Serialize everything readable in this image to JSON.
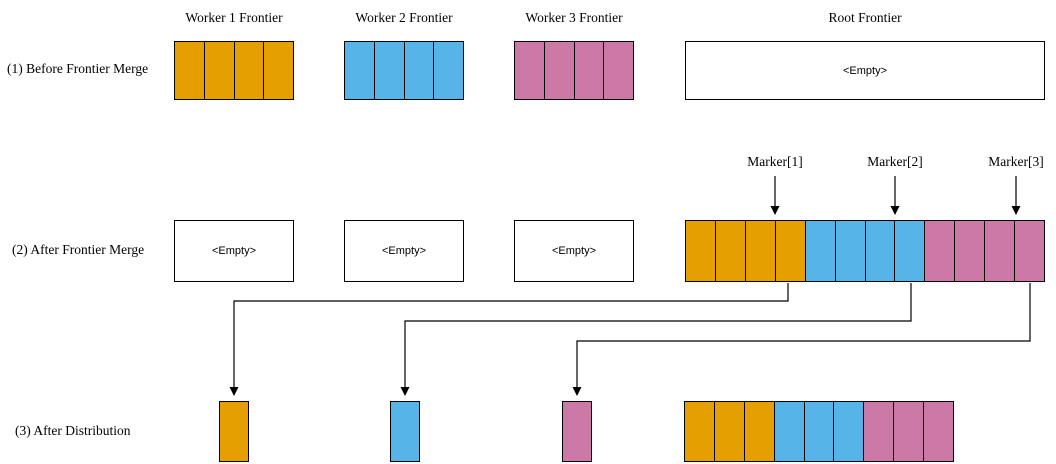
{
  "rows": {
    "row1_label": "(1) Before Frontier Merge",
    "row2_label": "(2) After Frontier Merge",
    "row3_label": "(3) After Distribution"
  },
  "titles": {
    "worker1": "Worker 1 Frontier",
    "worker2": "Worker 2 Frontier",
    "worker3": "Worker 3 Frontier",
    "root": "Root Frontier"
  },
  "empty_label": "<Empty>",
  "markers": [
    "Marker[1]",
    "Marker[2]",
    "Marker[3]"
  ],
  "colors": {
    "orange": "#E69F00",
    "blue": "#56B4E9",
    "pink": "#CC79A7",
    "border": "#000000",
    "arrow": "#000000"
  },
  "cells": {
    "row1_worker1": [
      "orange",
      "orange",
      "orange",
      "orange"
    ],
    "row1_worker2": [
      "blue",
      "blue",
      "blue",
      "blue"
    ],
    "row1_worker3": [
      "pink",
      "pink",
      "pink",
      "pink"
    ],
    "row2_merged": [
      "orange",
      "orange",
      "orange",
      "orange",
      "blue",
      "blue",
      "blue",
      "blue",
      "pink",
      "pink",
      "pink",
      "pink"
    ],
    "row3_worker1": [
      "orange"
    ],
    "row3_worker2": [
      "blue"
    ],
    "row3_worker3": [
      "pink"
    ],
    "row3_root": [
      "orange",
      "orange",
      "orange",
      "blue",
      "blue",
      "blue",
      "pink",
      "pink",
      "pink"
    ]
  }
}
